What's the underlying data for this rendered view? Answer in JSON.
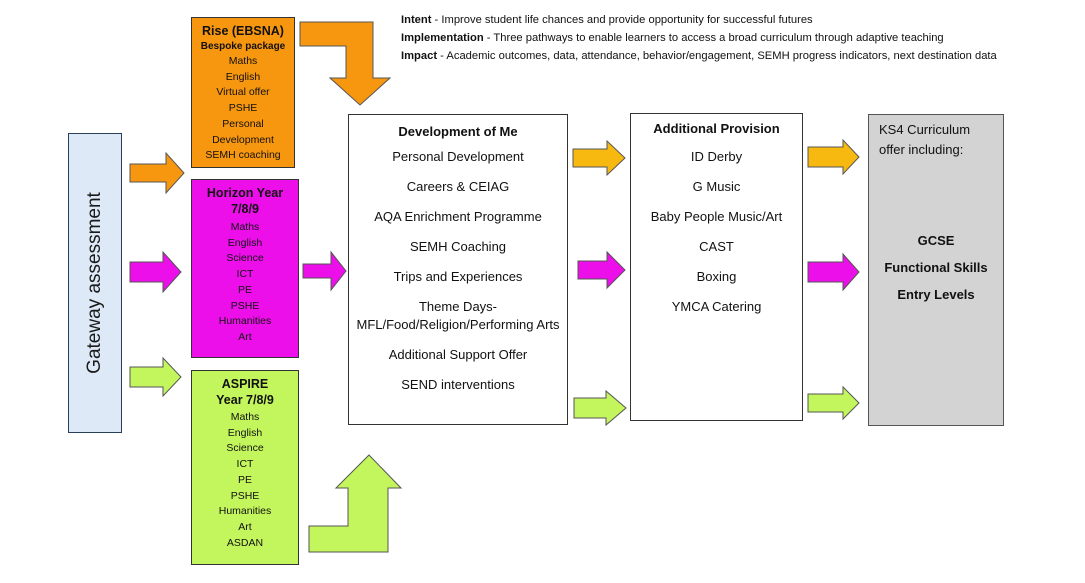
{
  "gateway": {
    "label": "Gateway assessment"
  },
  "rise": {
    "title": "Rise (EBSNA)",
    "subtitle": "Bespoke package",
    "items": [
      "Maths",
      "English",
      "Virtual offer",
      "PSHE",
      "Personal",
      "Development",
      "SEMH coaching"
    ]
  },
  "horizon": {
    "title_line1": "Horizon Year",
    "title_line2": "7/8/9",
    "items": [
      "Maths",
      "English",
      "Science",
      "ICT",
      "PE",
      "PSHE",
      "Humanities",
      "Art"
    ]
  },
  "aspire": {
    "title_line1": "ASPIRE",
    "title_line2": "Year 7/8/9",
    "items": [
      "Maths",
      "English",
      "Science",
      "ICT",
      "PE",
      "PSHE",
      "Humanities",
      "Art",
      "ASDAN"
    ]
  },
  "intent": {
    "intent_label": "Intent",
    "intent_text": " - Improve student life chances and provide opportunity  for successful futures",
    "implementation_label": "Implementation",
    "implementation_text": " - Three pathways to enable learners to access a broad  curriculum  through  adaptive teaching",
    "impact_label": "Impact",
    "impact_text": " - Academic outcomes, data, attendance, behavior/engagement,  SEMH progress indicators, next destination data"
  },
  "development": {
    "title": "Development of Me",
    "items": [
      "Personal Development",
      "Careers & CEIAG",
      "AQA Enrichment Programme",
      "SEMH Coaching",
      "Trips and Experiences",
      "Theme Days- MFL/Food/Religion/Performing Arts",
      "Additional Support Offer",
      "SEND interventions"
    ]
  },
  "additional": {
    "title": "Additional Provision",
    "items": [
      "ID Derby",
      "G Music",
      "Baby People Music/Art",
      "CAST",
      "Boxing",
      "YMCA Catering"
    ]
  },
  "ks4": {
    "intro": "KS4 Curriculum offer including:",
    "qualifications": [
      "GCSE",
      "Functional Skills",
      "Entry Levels"
    ]
  },
  "colors": {
    "rise": "#f7960f",
    "horizon": "#ec0fea",
    "aspire": "#c3f55c",
    "gateway": "#dde9f6",
    "ks4": "#d3d3d3",
    "arrow_orange": "#f7960f",
    "arrow_yellow": "#f7b90f",
    "arrow_magenta": "#ec0fea",
    "arrow_green": "#c3f55c"
  }
}
